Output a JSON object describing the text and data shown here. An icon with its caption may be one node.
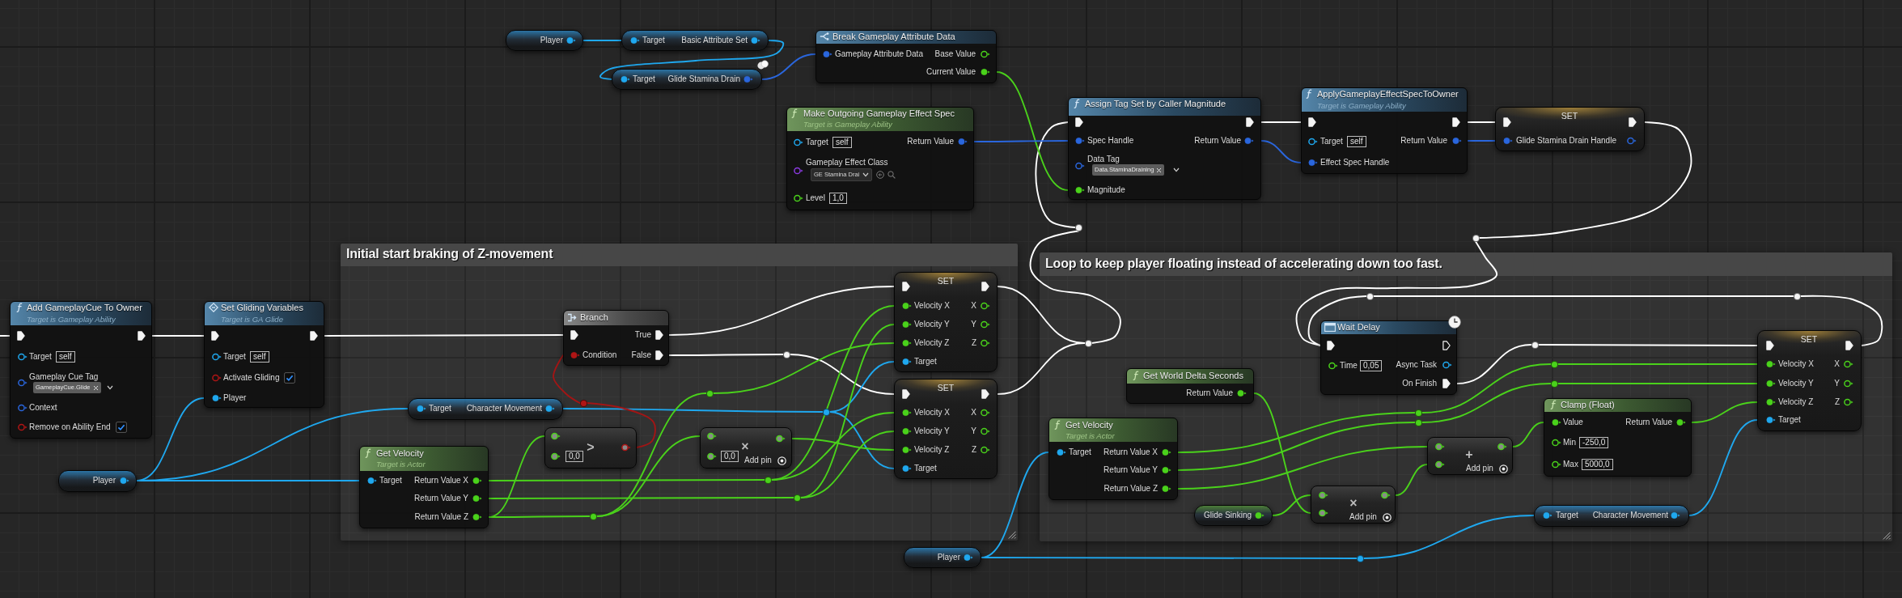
{
  "diagram": {
    "nodes": [
      {
        "text": [
          "Player"
        ]
      },
      {
        "text": [
          "Target",
          "Basic Attribute Set"
        ]
      },
      {
        "text": [
          "Target",
          "Glide Stamina Drain"
        ]
      },
      {
        "text": [
          "Break Gameplay Attribute Data",
          "Gameplay Attribute Data",
          "Base Value",
          "Current Value"
        ]
      },
      {
        "text": [
          "Make Outgoing Gameplay Effect Spec",
          "Target is Gameplay Ability",
          "Target",
          "self",
          "Return Value",
          "Gameplay Effect Class",
          "GE Stamina Drai",
          "Level",
          "1,0"
        ]
      },
      {
        "text": [
          "Assign Tag Set by Caller Magnitude",
          "Spec Handle",
          "Return Value",
          "Data Tag",
          "Data.StaminaDraining",
          "Magnitude"
        ]
      },
      {
        "text": [
          "ApplyGameplayEffectSpecToOwner",
          "Target is Gameplay Ability",
          "Target",
          "self",
          "Return Value",
          "Effect Spec Handle"
        ]
      },
      {
        "text": [
          "SET",
          "Glide Stamina Drain Handle"
        ]
      },
      {
        "text": [],
        "shape": "circle"
      },
      {
        "text": [],
        "shape": "circle"
      },
      {
        "text": [
          "Add GameplayCue To Owner",
          "Target is Gameplay Ability",
          "Target",
          "self",
          "Gameplay Cue Tag",
          "GameplayCue.Glide",
          "Context",
          "Remove on Ability End"
        ]
      },
      {
        "text": [
          "Set Gliding Variables",
          "Target is GA Glide",
          "Target",
          "self",
          "Activate Gliding",
          "Player"
        ]
      },
      {
        "text": [
          "Initial start braking of Z-movement"
        ]
      },
      {
        "text": [
          "Branch",
          "True",
          "Condition",
          "False"
        ],
        "in": 12
      },
      {
        "text": [
          "Target",
          "Character Movement"
        ],
        "in": 12
      },
      {
        "text": [
          "0,0",
          ">"
        ],
        "in": 12
      },
      {
        "text": [
          "×",
          "0,0",
          "Add pin"
        ],
        "in": 12
      },
      {
        "text": [
          "Get Velocity",
          "Target is Actor",
          "Target",
          "Return Value X",
          "Return Value Y",
          "Return Value Z"
        ],
        "in": 12
      },
      {
        "text": [
          "SET",
          "Velocity X",
          "X",
          "Velocity Y",
          "Y",
          "Velocity Z",
          "Z",
          "Target"
        ],
        "in": 12
      },
      {
        "text": [
          "SET",
          "Velocity X",
          "X",
          "Velocity Y",
          "Y",
          "Velocity Z",
          "Z",
          "Target"
        ],
        "in": 12
      },
      {
        "text": [],
        "shape": "circle",
        "in": 12
      },
      {
        "text": [],
        "shape": "circle",
        "in": 12
      },
      {
        "text": [],
        "shape": "circle",
        "in": 12
      },
      {
        "text": [],
        "shape": "circle",
        "in": 12
      },
      {
        "text": [],
        "shape": "circle",
        "in": 12
      },
      {
        "text": [],
        "shape": "circle",
        "in": 12
      },
      {
        "text": [],
        "shape": "circle",
        "in": 12
      },
      {
        "text": [
          "Player"
        ]
      },
      {
        "text": [
          "Loop to keep player floating instead of accelerating down too fast."
        ]
      },
      {
        "text": [
          "Wait Delay",
          "Time",
          "0,05",
          "Async Task",
          "On Finish"
        ],
        "in": 28
      },
      {
        "text": [
          "Get World Delta Seconds",
          "Return Value"
        ],
        "in": 28
      },
      {
        "text": [
          "Get Velocity",
          "Target is Actor",
          "Target",
          "Return Value X",
          "Return Value Y",
          "Return Value Z"
        ],
        "in": 28
      },
      {
        "text": [
          "Glide Sinking"
        ],
        "in": 28
      },
      {
        "text": [
          "×",
          "Add pin"
        ],
        "in": 28
      },
      {
        "text": [
          "+",
          "Add pin"
        ],
        "in": 28
      },
      {
        "text": [
          "Clamp (Float)",
          "Value",
          "Return Value",
          "Min",
          "-250,0",
          "Max",
          "5000,0"
        ],
        "in": 28
      },
      {
        "text": [
          "SET",
          "Velocity X",
          "X",
          "Velocity Y",
          "Y",
          "Velocity Z",
          "Z",
          "Target"
        ],
        "in": 28
      },
      {
        "text": [
          "Target",
          "Character Movement"
        ],
        "in": 28
      },
      {
        "text": [],
        "shape": "circle",
        "in": 28
      },
      {
        "text": [],
        "shape": "circle",
        "in": 28
      },
      {
        "text": [],
        "shape": "circle",
        "in": 28
      },
      {
        "text": [],
        "shape": "circle",
        "in": 28
      },
      {
        "text": [],
        "shape": "circle",
        "in": 28
      },
      {
        "text": [],
        "shape": "circle",
        "in": 28
      },
      {
        "text": [],
        "shape": "circle",
        "in": 28
      },
      {
        "text": [],
        "shape": "circle",
        "in": 28
      },
      {
        "text": [
          "Player"
        ]
      },
      {
        "text": [],
        "shape": "circle"
      }
    ],
    "edges": [
      {
        "from": null,
        "to": 10,
        "arrow": "none",
        "color": "#ffffff"
      },
      {
        "from": 10,
        "to": 11,
        "arrow": "none",
        "color": "#ffffff"
      },
      {
        "from": 11,
        "to": 13,
        "arrow": "none",
        "color": "#ffffff"
      },
      {
        "from": 13,
        "to": 18,
        "arrow": "none",
        "color": "#ffffff"
      },
      {
        "from": 13,
        "to": 20,
        "arrow": "none",
        "color": "#ffffff"
      },
      {
        "from": 20,
        "to": 19,
        "arrow": "none",
        "color": "#ffffff"
      },
      {
        "from": 18,
        "to": 38,
        "arrow": "none",
        "color": "#ffffff"
      },
      {
        "from": 19,
        "to": 38,
        "arrow": "none",
        "color": "#ffffff"
      },
      {
        "from": 38,
        "to": 8,
        "arrow": "none",
        "color": "#ffffff"
      },
      {
        "from": 8,
        "to": 5,
        "arrow": "none",
        "color": "#ffffff"
      },
      {
        "from": 5,
        "to": 6,
        "arrow": "none",
        "color": "#ffffff"
      },
      {
        "from": 6,
        "to": 7,
        "arrow": "none",
        "color": "#ffffff"
      },
      {
        "from": 7,
        "to": 9,
        "arrow": "none",
        "color": "#ffffff"
      },
      {
        "from": 9,
        "to": 29,
        "arrow": "none",
        "color": "#ffffff"
      },
      {
        "from": 36,
        "to": 39,
        "arrow": "none",
        "color": "#ffffff"
      },
      {
        "from": 39,
        "to": 40,
        "arrow": "none",
        "color": "#ffffff"
      },
      {
        "from": 40,
        "to": 29,
        "arrow": "none",
        "color": "#ffffff"
      },
      {
        "from": 29,
        "to": 41,
        "arrow": "none",
        "color": "#ffffff"
      },
      {
        "from": 41,
        "to": 36,
        "arrow": "none",
        "color": "#ffffff"
      },
      {
        "from": 0,
        "to": 1,
        "arrow": "none",
        "color": "#1fa8ef"
      },
      {
        "from": 1,
        "to": 2,
        "arrow": "none",
        "color": "#1fa8ef"
      },
      {
        "from": 2,
        "to": 3,
        "arrow": "none",
        "color": "#2a66dd"
      },
      {
        "from": 3,
        "to": 5,
        "arrow": "none"
      },
      {
        "from": 4,
        "to": 5,
        "arrow": "none",
        "color": "#2a66dd"
      },
      {
        "from": 5,
        "to": 6,
        "arrow": "none",
        "color": "#2a66dd"
      },
      {
        "from": 6,
        "to": 7,
        "arrow": "none",
        "color": "#2a66dd"
      },
      {
        "from": 27,
        "to": 11,
        "arrow": "none",
        "color": "#1fa8ef"
      },
      {
        "from": 27,
        "to": 14,
        "arrow": "none",
        "color": "#1fa8ef"
      },
      {
        "from": 27,
        "to": 17,
        "arrow": "none",
        "color": "#1fa8ef"
      },
      {
        "from": 14,
        "to": 21,
        "arrow": "none",
        "color": "#1fa8ef"
      },
      {
        "from": 21,
        "to": 18,
        "arrow": "none",
        "color": "#1fa8ef"
      },
      {
        "from": 21,
        "to": 19,
        "arrow": "none",
        "color": "#1fa8ef"
      },
      {
        "from": 15,
        "to": 22,
        "arrow": "none",
        "color": "#a31515"
      },
      {
        "from": 22,
        "to": 13,
        "arrow": "none",
        "color": "#a31515"
      },
      {
        "from": 17,
        "to": 23,
        "arrow": "none"
      },
      {
        "from": 23,
        "to": 18,
        "arrow": "none"
      },
      {
        "from": 23,
        "to": 19,
        "arrow": "none"
      },
      {
        "from": 17,
        "to": 24,
        "arrow": "none"
      },
      {
        "from": 24,
        "to": 18,
        "arrow": "none"
      },
      {
        "from": 24,
        "to": 19,
        "arrow": "none"
      },
      {
        "from": 17,
        "to": 15,
        "arrow": "none"
      },
      {
        "from": 17,
        "to": 25,
        "arrow": "none"
      },
      {
        "from": 25,
        "to": 26,
        "arrow": "none"
      },
      {
        "from": 25,
        "to": 16,
        "arrow": "none"
      },
      {
        "from": 26,
        "to": 18,
        "arrow": "none"
      },
      {
        "from": 16,
        "to": 19,
        "arrow": "none"
      },
      {
        "from": 46,
        "to": 31,
        "arrow": "none",
        "color": "#1fa8ef"
      },
      {
        "from": 46,
        "to": 47,
        "arrow": "none",
        "color": "#1fa8ef"
      },
      {
        "from": 47,
        "to": 37,
        "arrow": "none",
        "color": "#1fa8ef"
      },
      {
        "from": 37,
        "to": 36,
        "arrow": "none",
        "color": "#1fa8ef"
      },
      {
        "from": 31,
        "to": 42,
        "arrow": "none"
      },
      {
        "from": 42,
        "to": 43,
        "arrow": "none"
      },
      {
        "from": 43,
        "to": 36,
        "arrow": "none"
      },
      {
        "from": 31,
        "to": 44,
        "arrow": "none"
      },
      {
        "from": 44,
        "to": 45,
        "arrow": "none"
      },
      {
        "from": 45,
        "to": 36,
        "arrow": "none"
      },
      {
        "from": 31,
        "to": 34,
        "arrow": "none"
      },
      {
        "from": 30,
        "to": 33,
        "arrow": "none"
      },
      {
        "from": 32,
        "to": 33,
        "arrow": "none"
      },
      {
        "from": 33,
        "to": 34,
        "arrow": "none"
      },
      {
        "from": 34,
        "to": 35,
        "arrow": "none"
      },
      {
        "from": 35,
        "to": 36,
        "arrow": "none"
      }
    ]
  }
}
